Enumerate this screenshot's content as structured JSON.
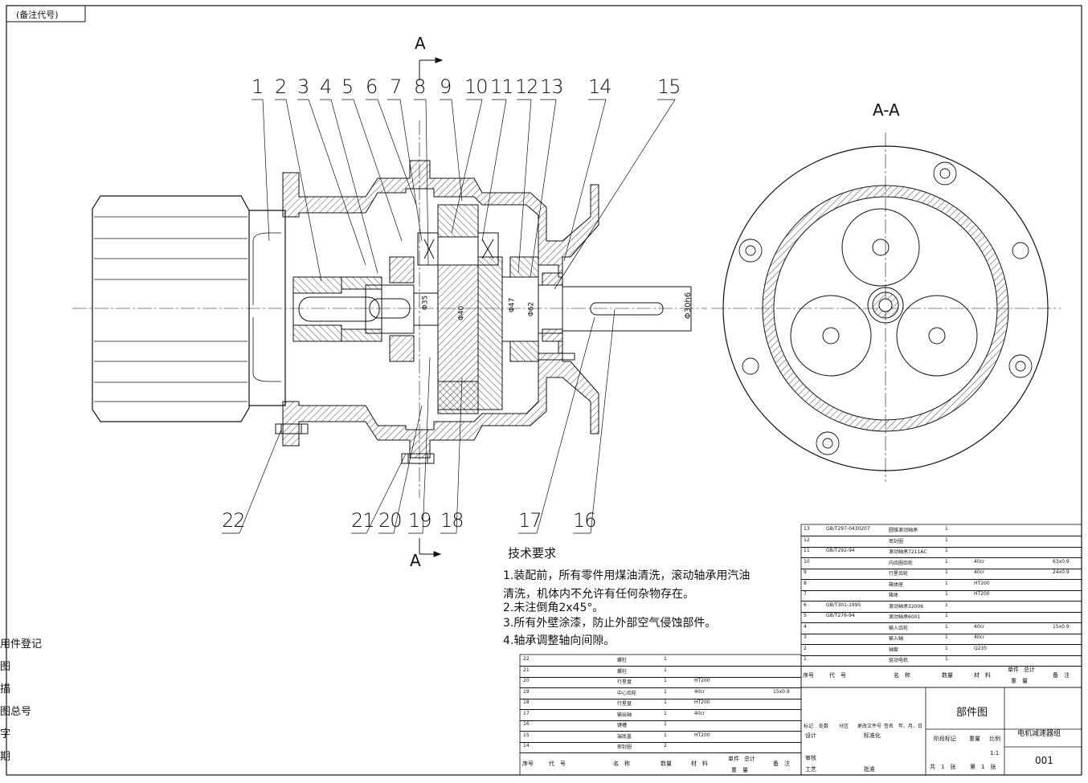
{
  "title_box": "(备注代号)",
  "section_mark": "A",
  "section_view_title": "A-A",
  "leaders": [
    "1",
    "2",
    "3",
    "4",
    "5",
    "6",
    "7",
    "8",
    "9",
    "10",
    "11",
    "12",
    "13",
    "14",
    "15"
  ],
  "bottom_leaders": [
    "22",
    "21",
    "20",
    "19",
    "18",
    "17",
    "16"
  ],
  "dims": {
    "d1": "Φ30h6",
    "d2": "Φ47",
    "d3": "Φ35",
    "d4": "Φ40",
    "d5": "Φ62"
  },
  "tech_title": "技术要求",
  "tech_lines": [
    "1.装配前，所有零件用煤油清洗，滚动轴承用汽油",
    "清洗，机体内不允许有任何杂物存在。",
    "2.未注倒角2x45°。",
    "3.所有外壁涂漆，防止外部空气侵蚀部件。",
    "4.轴承调整轴向间隙。"
  ],
  "side_labels": [
    "用件登记",
    "图",
    "描",
    "图总号",
    "字",
    "期"
  ],
  "bom_right": [
    {
      "no": "13",
      "code": "GB/T297-0430207",
      "name": "圆锥滚动轴承",
      "qty": "1",
      "mat": "",
      "w": "",
      "note": ""
    },
    {
      "no": "12",
      "code": "",
      "name": "密封圈",
      "qty": "1",
      "mat": "",
      "w": "",
      "note": ""
    },
    {
      "no": "11",
      "code": "GB/T292-94",
      "name": "滚动轴承7211AC",
      "qty": "1",
      "mat": "",
      "w": "",
      "note": ""
    },
    {
      "no": "10",
      "code": "",
      "name": "内齿圈齿轮",
      "qty": "1",
      "mat": "40cr",
      "w": "",
      "note": "63x0.9"
    },
    {
      "no": "9",
      "code": "",
      "name": "行星齿轮",
      "qty": "1",
      "mat": "40cr",
      "w": "",
      "note": "24x0.9"
    },
    {
      "no": "8",
      "code": "",
      "name": "箱体座",
      "qty": "1",
      "mat": "HT200",
      "w": "",
      "note": ""
    },
    {
      "no": "7",
      "code": "",
      "name": "箱体",
      "qty": "1",
      "mat": "HT200",
      "w": "",
      "note": ""
    },
    {
      "no": "6",
      "code": "GB/T301-1995",
      "name": "滚动轴承32006",
      "qty": "1",
      "mat": "",
      "w": "",
      "note": ""
    },
    {
      "no": "5",
      "code": "GB/T276-94",
      "name": "滚动轴承6001",
      "qty": "1",
      "mat": "",
      "w": "",
      "note": ""
    },
    {
      "no": "4",
      "code": "",
      "name": "输入齿轮",
      "qty": "1",
      "mat": "40cr",
      "w": "",
      "note": "15x0.9"
    },
    {
      "no": "3",
      "code": "",
      "name": "输入轴",
      "qty": "1",
      "mat": "40cr",
      "w": "",
      "note": ""
    },
    {
      "no": "2",
      "code": "",
      "name": "轴套",
      "qty": "1",
      "mat": "Q235",
      "w": "",
      "note": ""
    },
    {
      "no": "1",
      "code": "",
      "name": "驱动电机",
      "qty": "1",
      "mat": "",
      "w": "",
      "note": ""
    }
  ],
  "bom_left": [
    {
      "no": "22",
      "code": "",
      "name": "螺柱",
      "qty": "1",
      "mat": "",
      "note": ""
    },
    {
      "no": "21",
      "code": "",
      "name": "螺柱",
      "qty": "1",
      "mat": "",
      "note": ""
    },
    {
      "no": "20",
      "code": "",
      "name": "行星盘",
      "qty": "1",
      "mat": "HT200",
      "note": ""
    },
    {
      "no": "19",
      "code": "",
      "name": "中心齿轮",
      "qty": "1",
      "mat": "40cr",
      "note": "15x0.9"
    },
    {
      "no": "18",
      "code": "",
      "name": "行星盘",
      "qty": "1",
      "mat": "HT200",
      "note": ""
    },
    {
      "no": "17",
      "code": "",
      "name": "输出轴",
      "qty": "1",
      "mat": "40cr",
      "note": ""
    },
    {
      "no": "16",
      "code": "",
      "name": "键槽",
      "qty": "1",
      "mat": "",
      "note": ""
    },
    {
      "no": "15",
      "code": "",
      "name": "端底盖",
      "qty": "1",
      "mat": "HT200",
      "note": ""
    },
    {
      "no": "14",
      "code": "",
      "name": "密封圈",
      "qty": "2",
      "mat": "",
      "note": ""
    }
  ],
  "bom_header": {
    "no": "序号",
    "code": "代　号",
    "name": "名　称",
    "qty": "数量",
    "mat": "材　料",
    "unit": "单件",
    "total": "总计",
    "weight": "重　量",
    "note": "备　注"
  },
  "title_block": {
    "part_title": "部件图",
    "assembly": "电机减速器组",
    "drawing_no": "001",
    "scale": "1:1",
    "stage": "阶段标记",
    "weight": "重量",
    "ratio": "比例",
    "total_sheets": "共　1　张",
    "sheet": "第　1　张",
    "rows": [
      "标记",
      "处数",
      "分区",
      "更改文件号",
      "签名",
      "年、月、日"
    ],
    "design": "设计",
    "std": "标准化",
    "review": "审核",
    "process": "工艺",
    "approve": "批准"
  }
}
